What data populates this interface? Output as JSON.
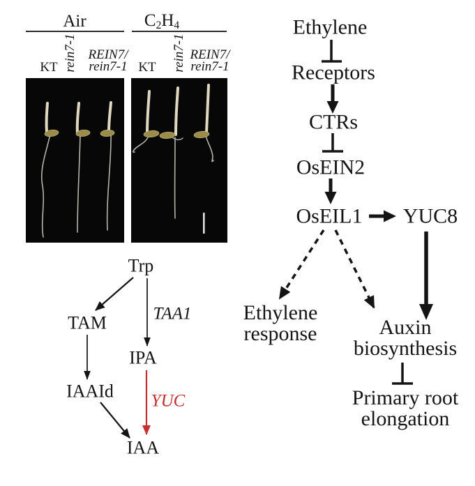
{
  "colors": {
    "background": "#ffffff",
    "text": "#141414",
    "accent_red": "#c62f2f",
    "photo_panel_bg": "#070707",
    "seedling_shoot": "#ded8c0",
    "seedling_seed": "#9c8c4a",
    "seedling_root": "#b5b5ac",
    "scale_bar": "#e0e0e0"
  },
  "photo_block": {
    "air_label": "Air",
    "c2h4_parts": [
      "C",
      "2",
      "H",
      "4"
    ],
    "genotypes": {
      "kt": "KT",
      "mutant": "rein7-1",
      "het_line1": "REIN7/",
      "het_line2": "rein7-1"
    }
  },
  "trp_pathway": {
    "nodes": {
      "trp": "Trp",
      "tam": "TAM",
      "taa1": "TAA1",
      "ipa": "IPA",
      "iaald": "IAAId",
      "yuc": "YUC",
      "iaa": "IAA"
    }
  },
  "signal_pathway": {
    "nodes": {
      "ethylene": "Ethylene",
      "receptors": "Receptors",
      "ctrs": "CTRs",
      "osein2": "OsEIN2",
      "oseil1": "OsEIL1",
      "yuc8": "YUC8",
      "ethylene_response_line1": "Ethylene",
      "ethylene_response_line2": "response",
      "auxin_line1": "Auxin",
      "auxin_line2": "biosynthesis",
      "primary_root_line1": "Primary root",
      "primary_root_line2": "elongation"
    }
  }
}
